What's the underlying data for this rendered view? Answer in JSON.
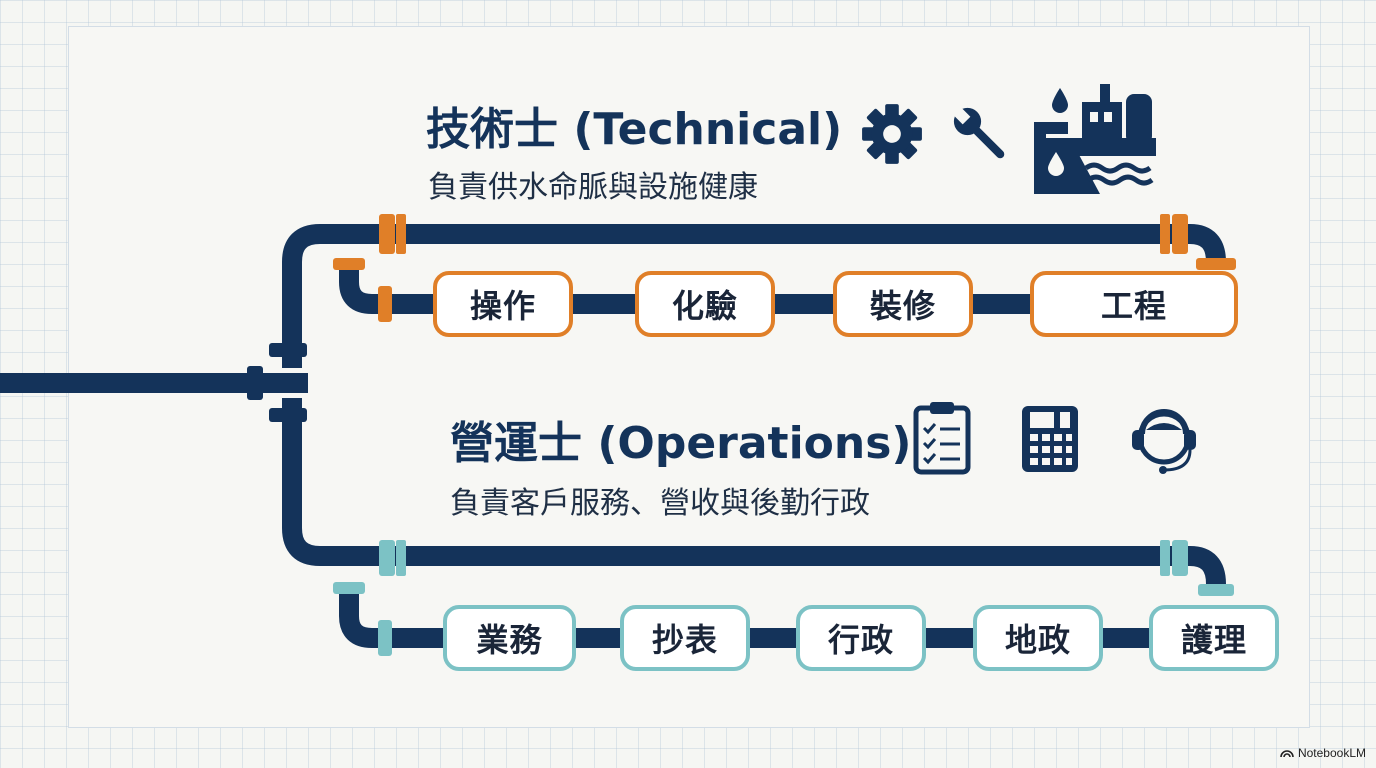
{
  "technical": {
    "title": "技術士 (Technical)",
    "subtitle": "負責供水命脈與設施健康",
    "nodes": [
      "操作",
      "化驗",
      "裝修",
      "工程"
    ],
    "icons": [
      "gear-icon",
      "wrench-icon",
      "water-plant-icon"
    ],
    "accent": "#e07f28"
  },
  "operations": {
    "title": "營運士 (Operations)",
    "subtitle": "負責客戶服務、營收與後勤行政",
    "nodes": [
      "業務",
      "抄表",
      "行政",
      "地政",
      "護理"
    ],
    "icons": [
      "clipboard-checklist-icon",
      "calculator-icon",
      "headset-agent-icon"
    ],
    "accent": "#7cc2c5"
  },
  "pipe_color": "#14335a",
  "footer": {
    "brand": "NotebookLM"
  }
}
